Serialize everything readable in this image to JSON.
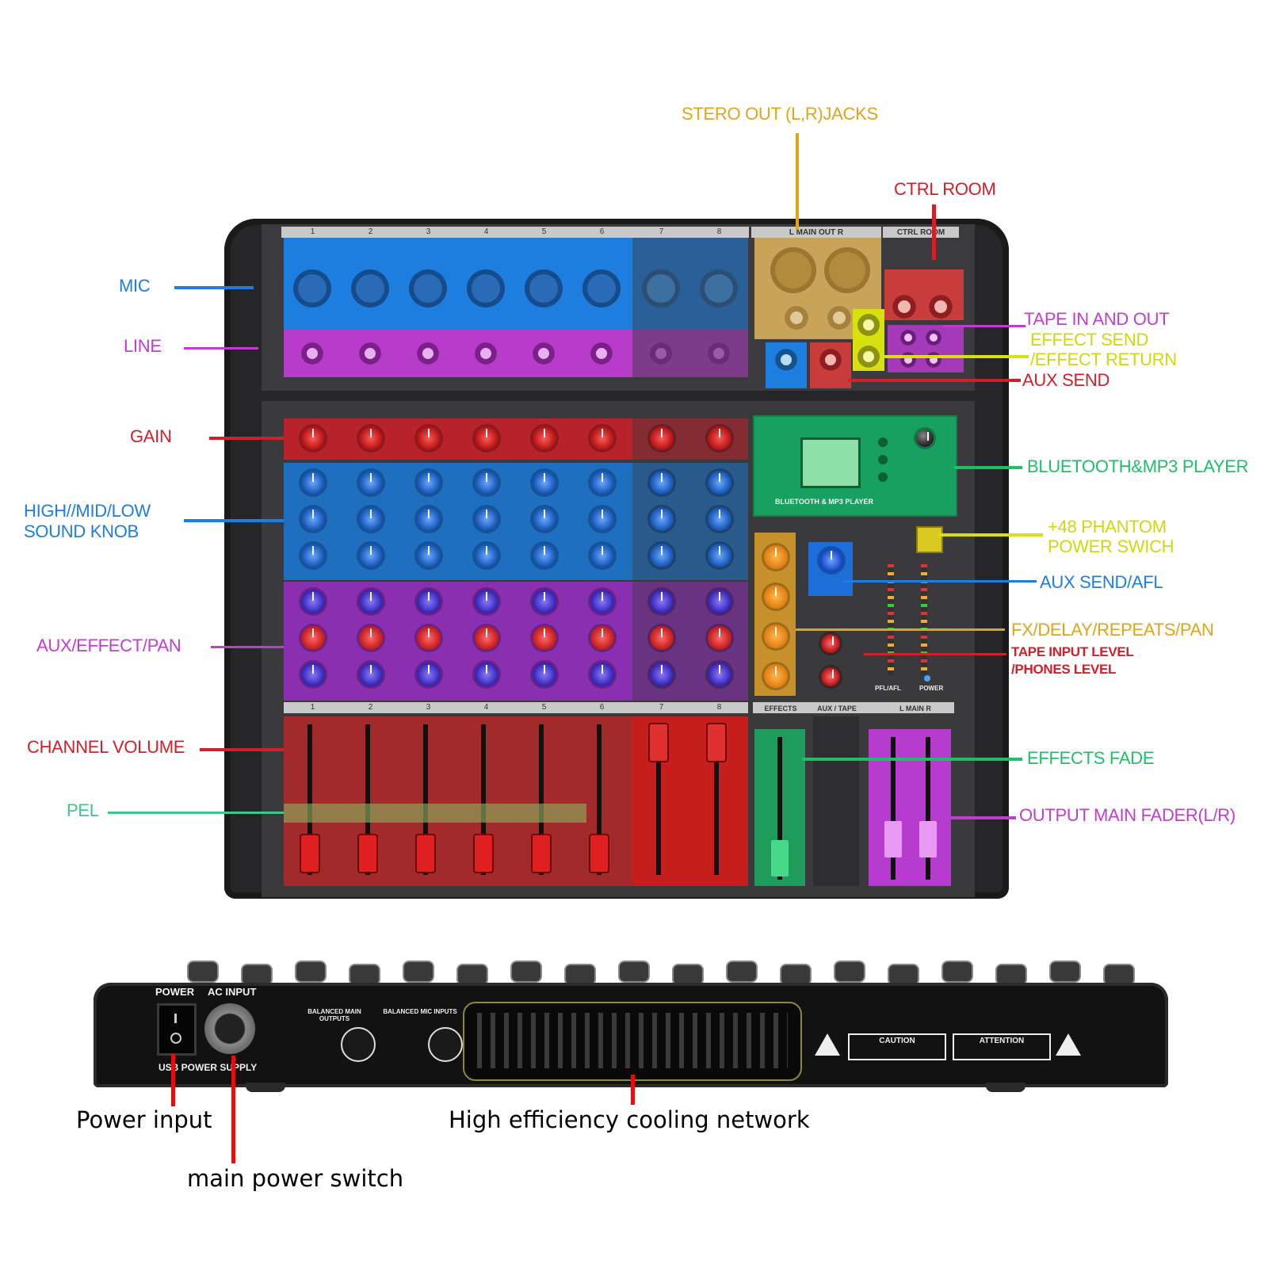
{
  "top_labels": {
    "stereo_out": "STERO OUT (L,R)JACKS",
    "ctrl_room": "CTRL ROOM",
    "mic": "MIC",
    "line": "LINE",
    "tape_in_out": "TAPE IN AND OUT",
    "effect_send": "EFFECT SEND",
    "effect_return": "/EFFECT RETURN",
    "aux_send": "AUX SEND",
    "gain": "GAIN",
    "bluetooth": "BLUETOOTH&MP3 PLAYER",
    "high_mid_low_1": "HIGH//MID/LOW",
    "high_mid_low_2": "SOUND KNOB",
    "phantom_1": "+48 PHANTOM",
    "phantom_2": "POWER SWICH",
    "aux_send_afl": "AUX SEND/AFL",
    "aux_effect_pan": "AUX/EFFECT/PAN",
    "fx_delay": "FX/DELAY/REPEATS/PAN",
    "tape_input_level": "TAPE INPUT LEVEL",
    "phones_level": "/PHONES LEVEL",
    "channel_volume": "CHANNEL VOLUME",
    "effects_fade": "EFFECTS FADE",
    "pel": "PEL",
    "output_main_fader": "OUTPUT MAIN FADER(L/R)"
  },
  "mixer_panel": {
    "channels": [
      "1",
      "2",
      "3",
      "4",
      "5",
      "6",
      "7",
      "8"
    ],
    "main_out": "L  MAIN OUT  R",
    "ctrl_room": "CTRL ROOM",
    "effects": "EFFECTS",
    "aux_tape": "AUX / TAPE",
    "main": "L  MAIN  R",
    "bt_panel": "BLUETOOTH & MP3 PLAYER",
    "pfl_afl": "PFL/AFL",
    "power": "POWER"
  },
  "rear_panel": {
    "power": "POWER",
    "ac_input": "AC INPUT",
    "usb_power_supply": "USB POWER SUPPLY",
    "balanced_main_outputs": "BALANCED MAIN OUTPUTS",
    "balanced_mic_inputs": "BALANCED MIC INPUTS",
    "caution": "CAUTION",
    "attention": "ATTENTION"
  },
  "bottom_labels": {
    "power_input": "Power input",
    "main_power_switch": "main power switch",
    "cooling": "High efficiency cooling network"
  },
  "colors": {
    "mic_blue": "#1e7ee0",
    "line_magenta": "#c23ccf",
    "gain_red": "#d0202a",
    "stereo_gold": "#e0a418",
    "green": "#1fbf6a",
    "yellow": "#d8e010",
    "pel_green": "#3cc78a",
    "mixer_body": "#2a2a2c"
  }
}
